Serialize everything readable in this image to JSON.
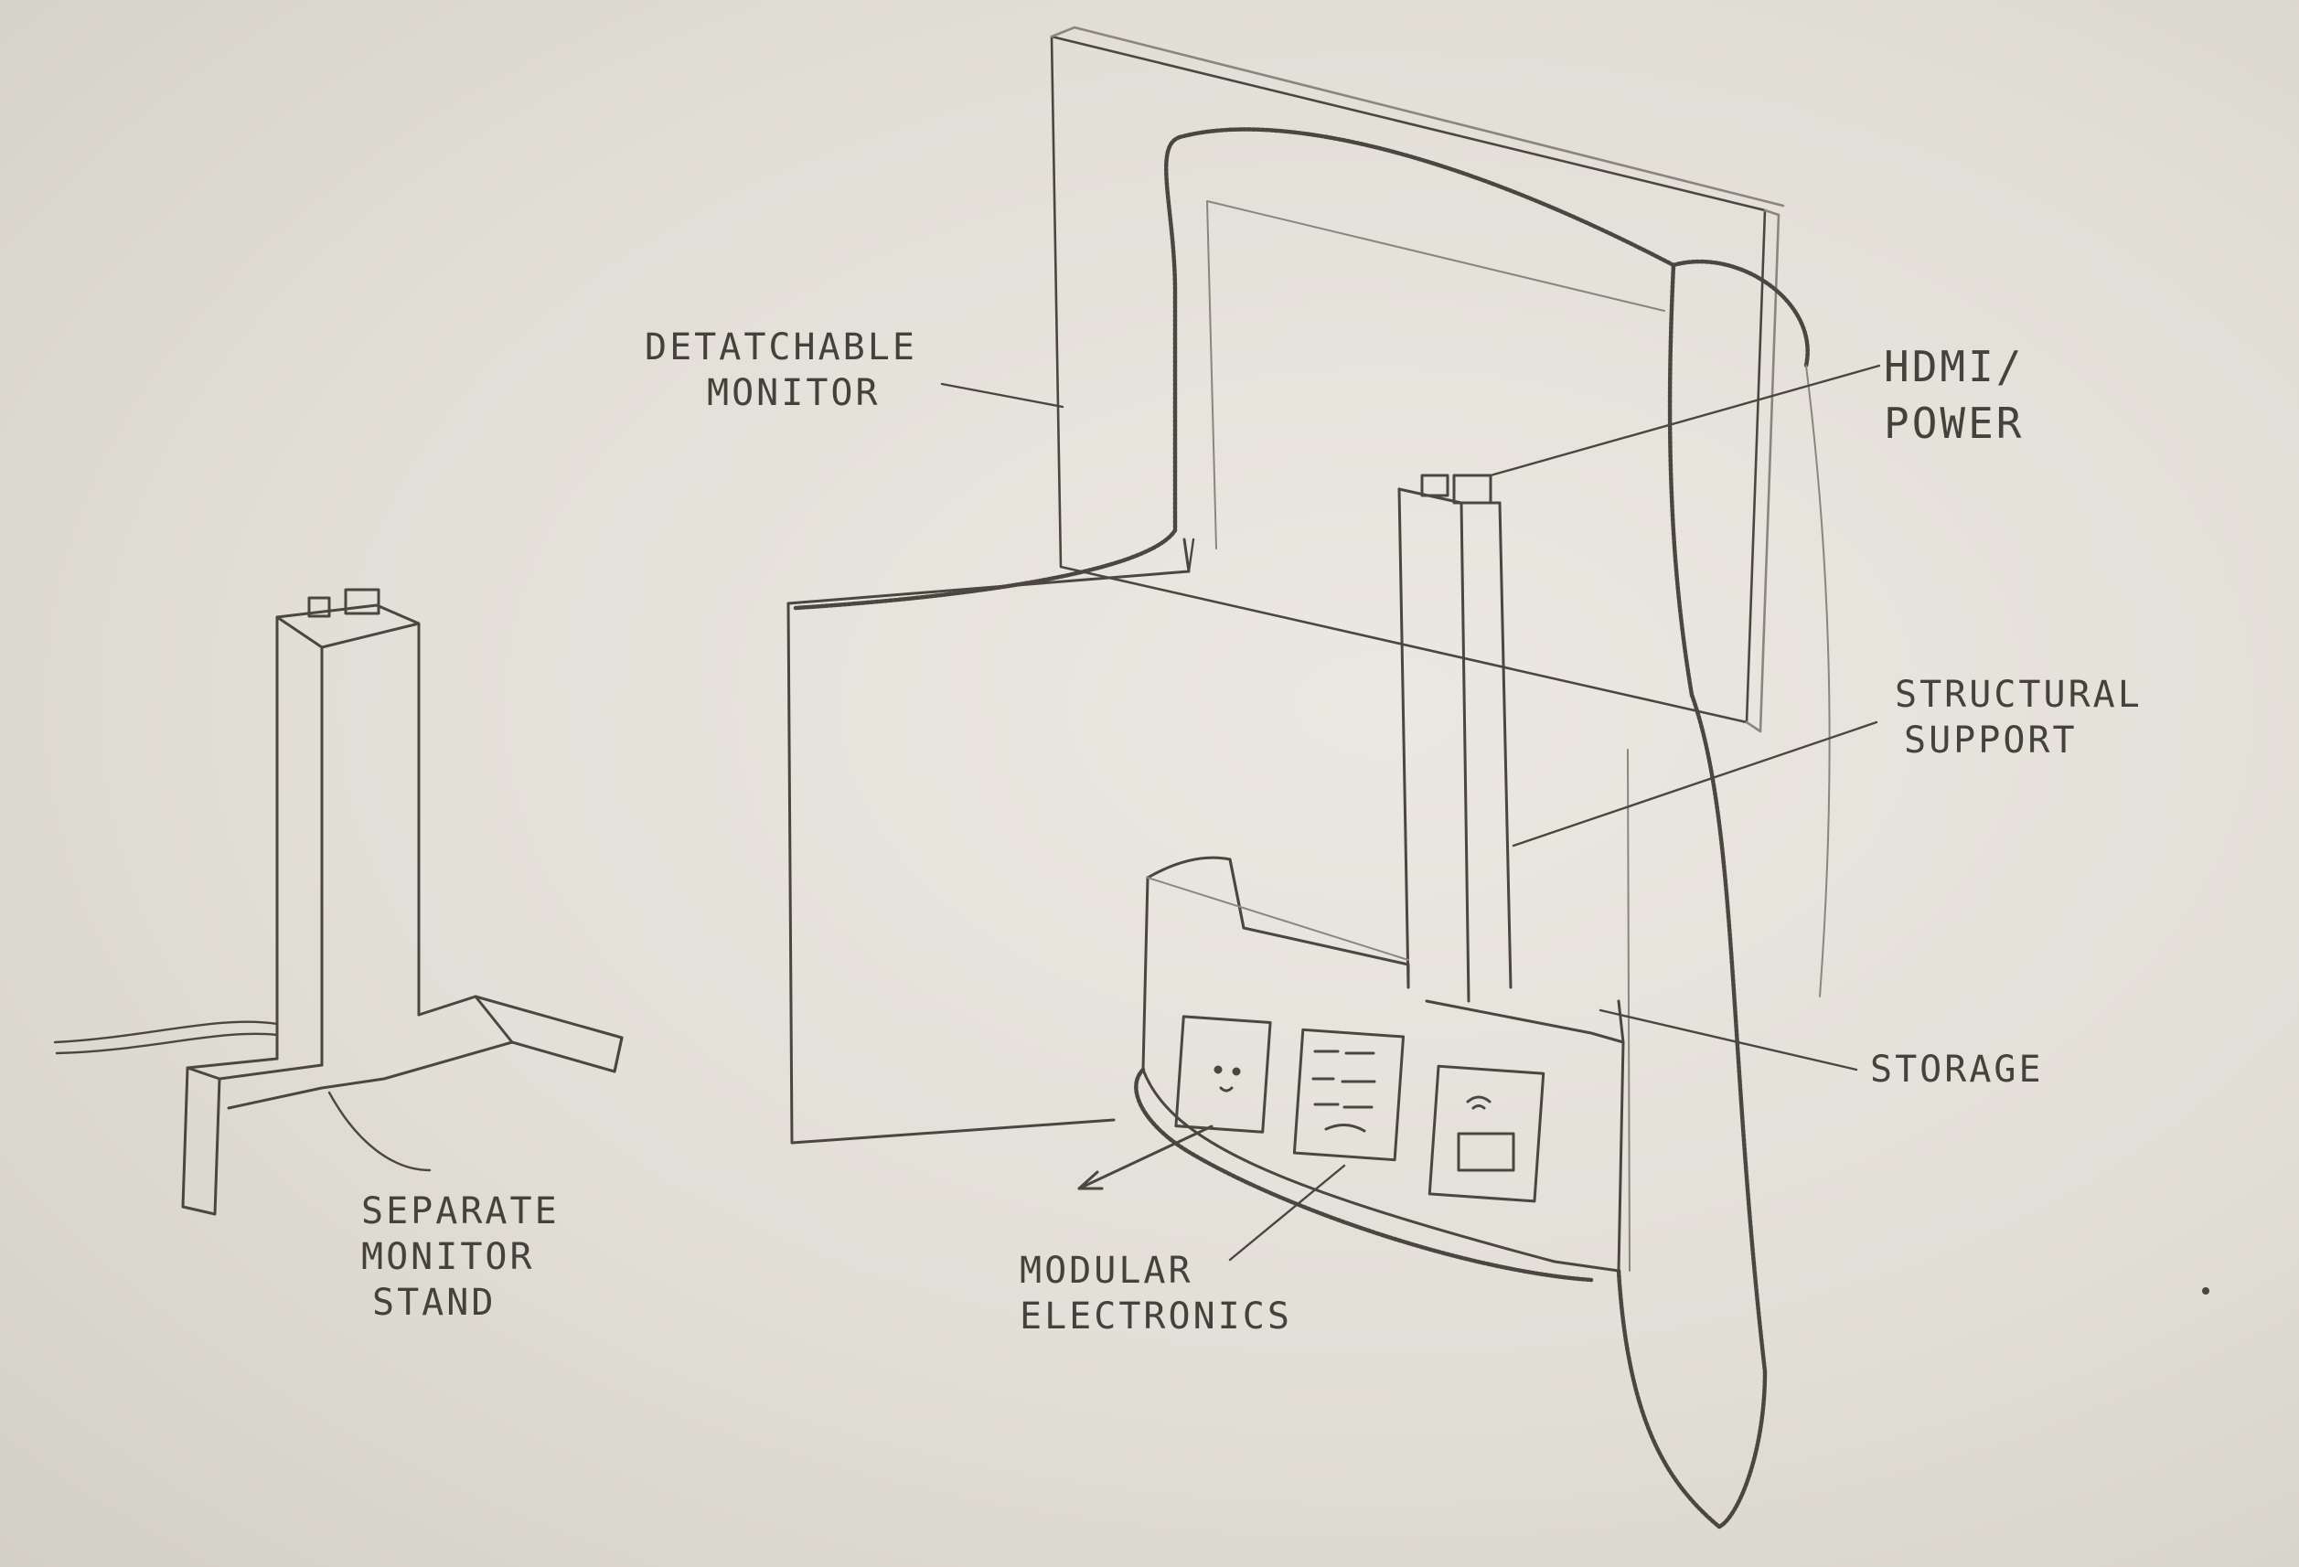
{
  "labels": {
    "detachable_monitor": [
      "DETATCHABLE",
      "MONITOR"
    ],
    "hdmi_power": [
      "HDMI/",
      "POWER"
    ],
    "structural_support": [
      "STRUCTURAL",
      "SUPPORT"
    ],
    "storage": [
      "STORAGE"
    ],
    "modular_electronics": [
      "MODULAR",
      "ELECTRONICS"
    ],
    "separate_monitor_stand": [
      "SEPARATE",
      "MONITOR",
      "STAND"
    ]
  },
  "colors": {
    "paper": "#e6e3dc",
    "pencil": "#4a4741",
    "pencil_light": "#8a867e"
  }
}
